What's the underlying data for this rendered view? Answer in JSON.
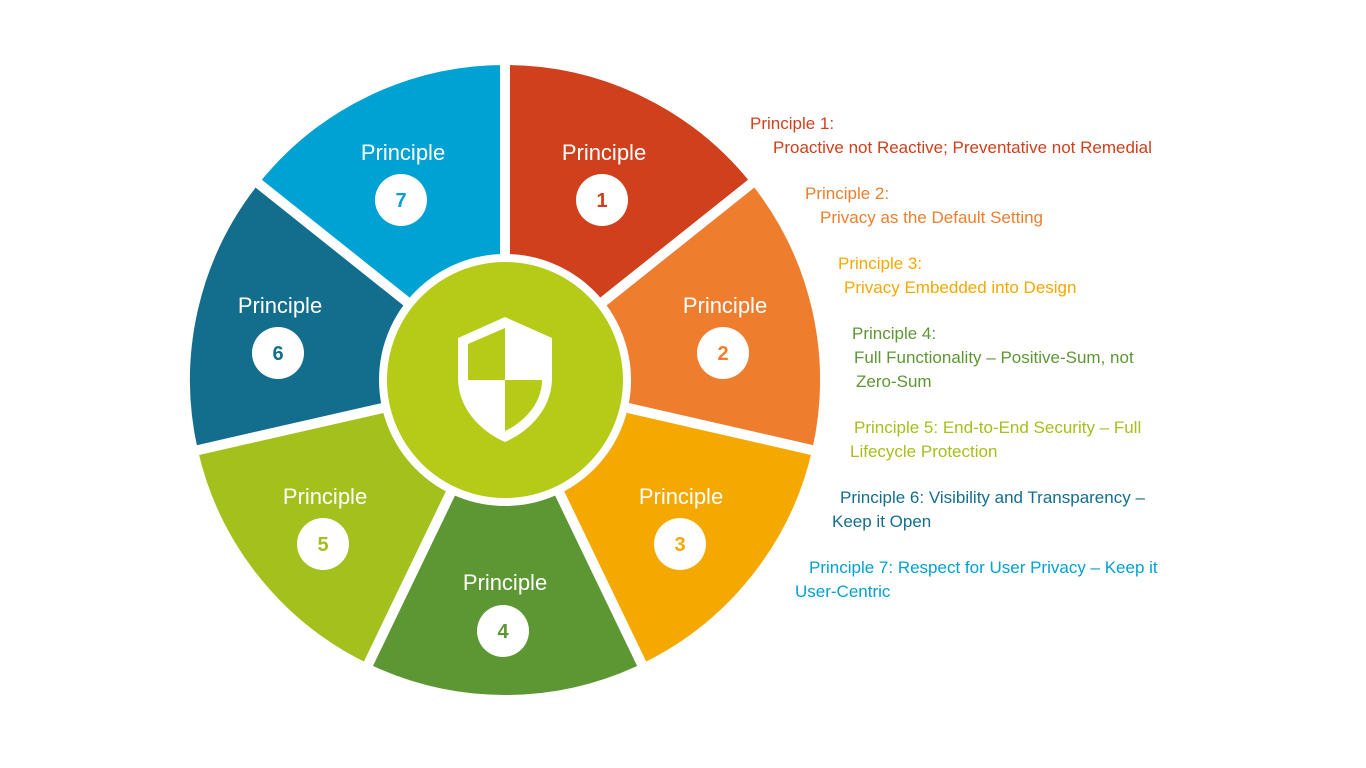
{
  "colors": {
    "p1": "#d0401c",
    "p2": "#ee7e2d",
    "p3": "#f5a800",
    "p4": "#5d9733",
    "p5": "#a4c01c",
    "p6": "#136e8d",
    "p7": "#00a1d3",
    "center": "#b5cb17"
  },
  "center_icon": "shield-icon",
  "segments": [
    {
      "label": "Principle",
      "number": "1"
    },
    {
      "label": "Principle",
      "number": "2"
    },
    {
      "label": "Principle",
      "number": "3"
    },
    {
      "label": "Principle",
      "number": "4"
    },
    {
      "label": "Principle",
      "number": "5"
    },
    {
      "label": "Principle",
      "number": "6"
    },
    {
      "label": "Principle",
      "number": "7"
    }
  ],
  "descriptions": [
    {
      "line1": "Principle 1:",
      "line2": "Proactive not Reactive; Preventative not Remedial"
    },
    {
      "line1": "Principle 2:",
      "line2": "Privacy as the Default Setting"
    },
    {
      "line1": "Principle 3:",
      "line2": "Privacy Embedded into Design"
    },
    {
      "line1": "Principle 4:",
      "line2": "Full Functionality – Positive-Sum, not",
      "line3": "Zero-Sum"
    },
    {
      "line1": "Principle 5: End-to-End Security – Full",
      "line2": "Lifecycle Protection"
    },
    {
      "line1": "Principle 6: Visibility and Transparency –",
      "line2": "Keep it Open"
    },
    {
      "line1": "Principle 7: Respect for User Privacy – Keep it",
      "line2": "User-Centric"
    }
  ]
}
